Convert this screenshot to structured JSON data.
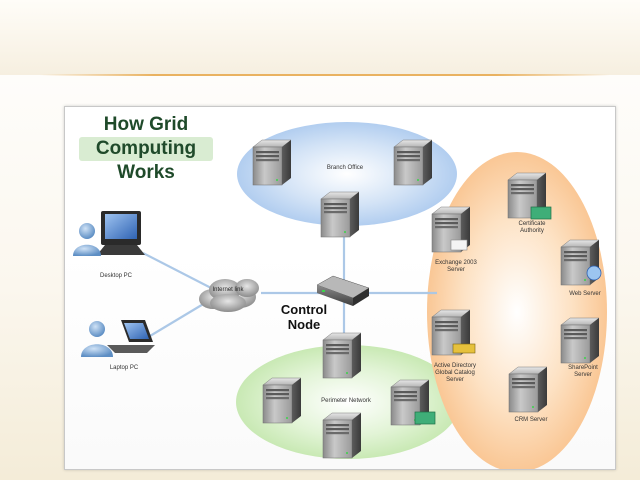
{
  "title": [
    "How Grid",
    "Computing",
    "Works"
  ],
  "control_node": [
    "Control",
    "Node"
  ],
  "labels": {
    "branch_office": "Branch Office",
    "internet": "Internet link",
    "desktop": "Desktop PC",
    "laptop": "Laptop PC",
    "perimeter": "Perimeter Network",
    "exchange": [
      "Exchange 2003",
      "Server"
    ],
    "certificate": [
      "Certificate",
      "Authority"
    ],
    "web": "Web Server",
    "ad": [
      "Active Directory",
      "Global Catalog",
      "Server"
    ],
    "sharepoint": [
      "SharePoint",
      "Server"
    ],
    "crm": "CRM Server"
  },
  "colors": {
    "branch_zone": "#a9c8ee",
    "perimeter_zone": "#c8eab4",
    "datacenter_zone": "#fbc58e",
    "link": "#a8c6e6",
    "title_text": "#1f4a2a"
  },
  "icons": {
    "server": "server-tower-icon",
    "desktop": "desktop-pc-icon",
    "laptop": "laptop-pc-icon",
    "user": "user-icon",
    "cloud": "internet-cloud-icon",
    "switch": "network-switch-icon"
  }
}
